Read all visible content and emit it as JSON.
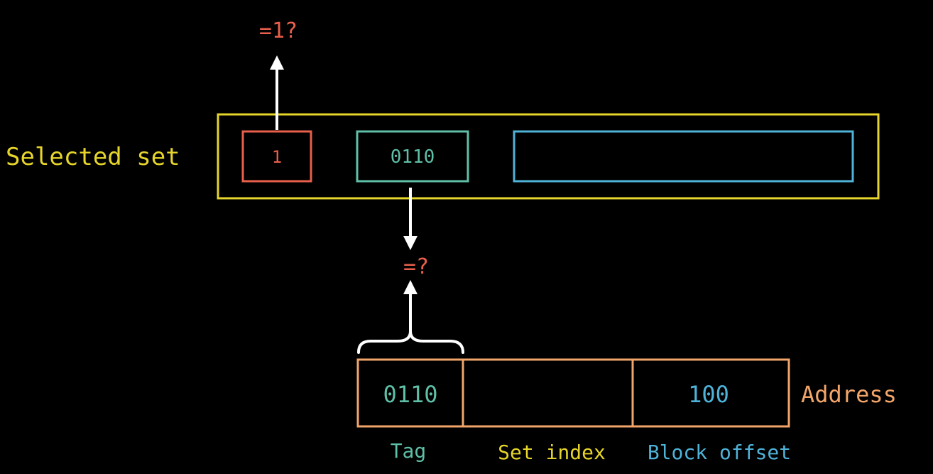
{
  "colors": {
    "background": "#000000",
    "set_border": "#e6d52a",
    "valid": "#e8604c",
    "tag": "#5fbfa7",
    "block": "#4fb3d9",
    "address": "#f2a56a",
    "set_index_label": "#e6d52a",
    "arrow": "#ffffff"
  },
  "selected_set": {
    "label": "Selected set",
    "valid_bit": "1",
    "tag": "0110",
    "block": ""
  },
  "valid_check": {
    "label": "=1?"
  },
  "tag_check": {
    "label": "=?"
  },
  "address": {
    "label": "Address",
    "fields": {
      "tag": {
        "label": "Tag",
        "value": "0110"
      },
      "set_index": {
        "label": "Set index",
        "value": ""
      },
      "block_offset": {
        "label": "Block offset",
        "value": "100"
      }
    }
  }
}
